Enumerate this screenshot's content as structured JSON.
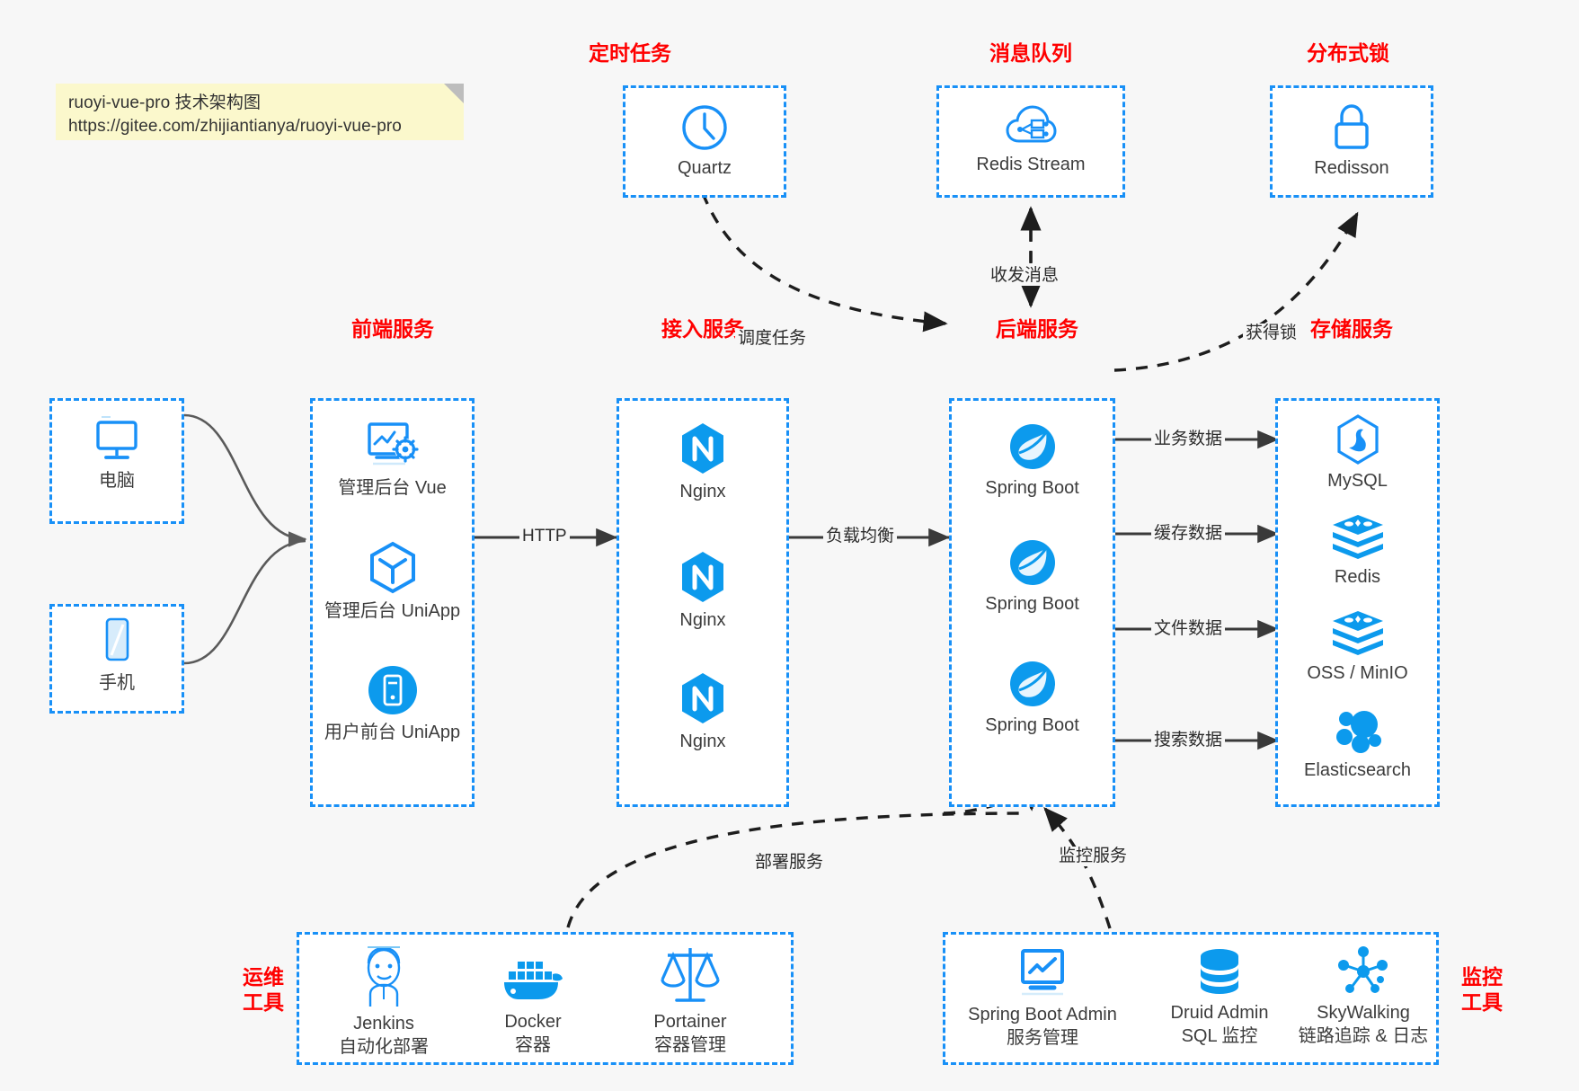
{
  "note": {
    "line1": "ruoyi-vue-pro 技术架构图",
    "line2": "https://gitee.com/zhijiantianya/ruoyi-vue-pro"
  },
  "colors": {
    "accent_blue": "#1890f7",
    "group_title_red": "#ff0000",
    "node_text": "#3c3c3c",
    "canvas_bg": "#f7f7f7",
    "note_bg": "#fbf8cc",
    "arrow_solid": "#3a3a3a",
    "arrow_dashed": "#1d1d1d",
    "client_arrow": "#5a5a5a"
  },
  "groups": {
    "scheduler": {
      "title": "定时任务",
      "nodes": [
        {
          "label": "Quartz",
          "icon": "clock-icon"
        }
      ]
    },
    "mq": {
      "title": "消息队列",
      "nodes": [
        {
          "label": "Redis Stream",
          "icon": "cloud-stream-icon"
        }
      ]
    },
    "lock": {
      "title": "分布式锁",
      "nodes": [
        {
          "label": "Redisson",
          "icon": "lock-icon"
        }
      ]
    },
    "clients": {
      "nodes": [
        {
          "label": "电脑",
          "icon": "desktop-icon"
        },
        {
          "label": "手机",
          "icon": "mobile-icon"
        }
      ]
    },
    "frontend": {
      "title": "前端服务",
      "nodes": [
        {
          "label": "管理后台 Vue",
          "icon": "dashboard-gear-icon"
        },
        {
          "label": "管理后台 UniApp",
          "icon": "cube-icon"
        },
        {
          "label": "用户前台 UniApp",
          "icon": "app-round-icon"
        }
      ]
    },
    "gateway": {
      "title": "接入服务",
      "nodes": [
        {
          "label": "Nginx",
          "icon": "nginx-icon"
        },
        {
          "label": "Nginx",
          "icon": "nginx-icon"
        },
        {
          "label": "Nginx",
          "icon": "nginx-icon"
        }
      ]
    },
    "backend": {
      "title": "后端服务",
      "nodes": [
        {
          "label": "Spring Boot",
          "icon": "spring-boot-icon"
        },
        {
          "label": "Spring Boot",
          "icon": "spring-boot-icon"
        },
        {
          "label": "Spring Boot",
          "icon": "spring-boot-icon"
        }
      ]
    },
    "storage": {
      "title": "存储服务",
      "nodes": [
        {
          "label": "MySQL",
          "icon": "mysql-icon"
        },
        {
          "label": "Redis",
          "icon": "redis-icon"
        },
        {
          "label": "OSS / MinIO",
          "icon": "oss-minio-icon"
        },
        {
          "label": "Elasticsearch",
          "icon": "elasticsearch-icon"
        }
      ]
    },
    "devops": {
      "title_line1": "运维",
      "title_line2": "工具",
      "nodes": [
        {
          "label": "Jenkins",
          "sublabel": "自动化部署",
          "icon": "jenkins-icon"
        },
        {
          "label": "Docker",
          "sublabel": "容器",
          "icon": "docker-icon"
        },
        {
          "label": "Portainer",
          "sublabel": "容器管理",
          "icon": "scales-icon"
        }
      ]
    },
    "monitor": {
      "title_line1": "监控",
      "title_line2": "工具",
      "nodes": [
        {
          "label": "Spring Boot Admin",
          "sublabel": "服务管理",
          "icon": "monitor-chart-icon"
        },
        {
          "label": "Druid Admin",
          "sublabel": "SQL 监控",
          "icon": "database-icon"
        },
        {
          "label": "SkyWalking",
          "sublabel": "链路追踪 & 日志",
          "icon": "skywalking-icon"
        }
      ]
    }
  },
  "edges": {
    "http": "HTTP",
    "load_balance": "负载均衡",
    "schedule_task": "调度任务",
    "send_receive_msg": "收发消息",
    "acquire_lock": "获得锁",
    "business_data": "业务数据",
    "cache_data": "缓存数据",
    "file_data": "文件数据",
    "search_data": "搜索数据",
    "deploy_service": "部署服务",
    "monitor_service": "监控服务"
  }
}
